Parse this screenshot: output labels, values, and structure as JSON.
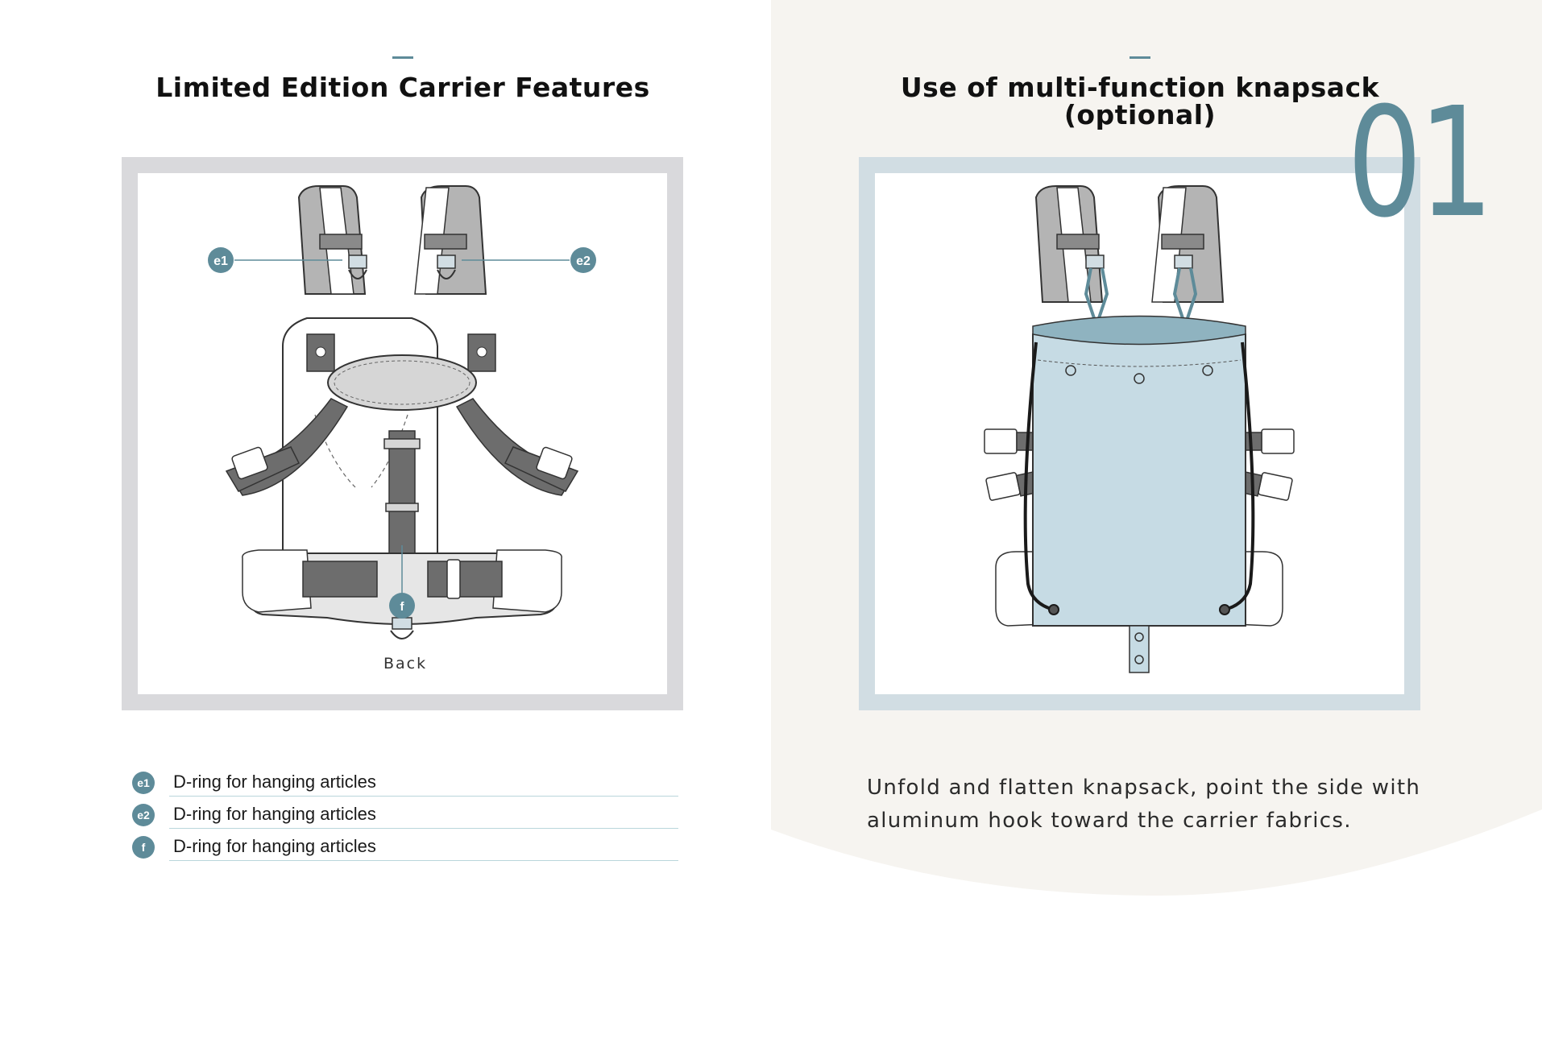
{
  "colors": {
    "accent": "#5e8b99",
    "right_background": "#f6f4f0",
    "left_frame": "#d9d9dc",
    "right_frame": "#d1dde3",
    "knapsack_fill": "#c6dbe4",
    "strap_dark": "#6d6d6d",
    "strap_light": "#b4b4b4"
  },
  "left_panel": {
    "title": "Limited Edition Carrier Features",
    "illustration": {
      "callouts": [
        {
          "id": "e1",
          "label": "e1"
        },
        {
          "id": "e2",
          "label": "e2"
        },
        {
          "id": "f",
          "label": "f"
        }
      ],
      "caption": "Back"
    },
    "legend": [
      {
        "badge": "e1",
        "text": "D-ring for hanging articles"
      },
      {
        "badge": "e2",
        "text": "D-ring for hanging articles"
      },
      {
        "badge": "f",
        "text": "D-ring for hanging articles"
      }
    ]
  },
  "right_panel": {
    "step_number": "01",
    "title_line1": "Use of multi-function knapsack",
    "title_line2": "(optional)",
    "description_line1": "Unfold and flatten knapsack, point the side with",
    "description_line2": "aluminum hook toward the carrier fabrics."
  }
}
